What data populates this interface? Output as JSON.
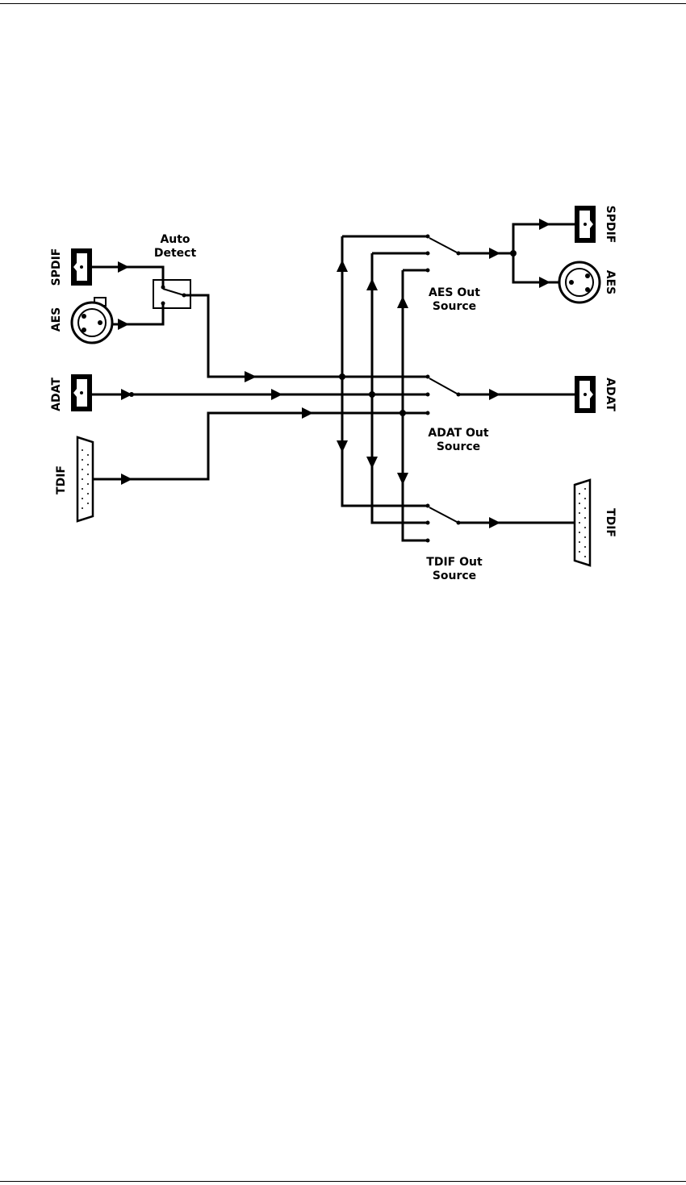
{
  "diagram": {
    "inputs": {
      "spdif": "SPDIF",
      "aes": "AES",
      "adat": "ADAT",
      "tdif": "TDIF"
    },
    "auto_detect": {
      "line1": "Auto",
      "line2": "Detect"
    },
    "switches": {
      "aes_out": {
        "line1": "AES Out",
        "line2": "Source"
      },
      "adat_out": {
        "line1": "ADAT Out",
        "line2": "Source"
      },
      "tdif_out": {
        "line1": "TDIF Out",
        "line2": "Source"
      }
    },
    "outputs": {
      "spdif": "SPDIF",
      "aes": "AES",
      "adat": "ADAT",
      "tdif": "TDIF"
    },
    "colors": {
      "ink": "#000000",
      "paper": "#ffffff"
    }
  }
}
